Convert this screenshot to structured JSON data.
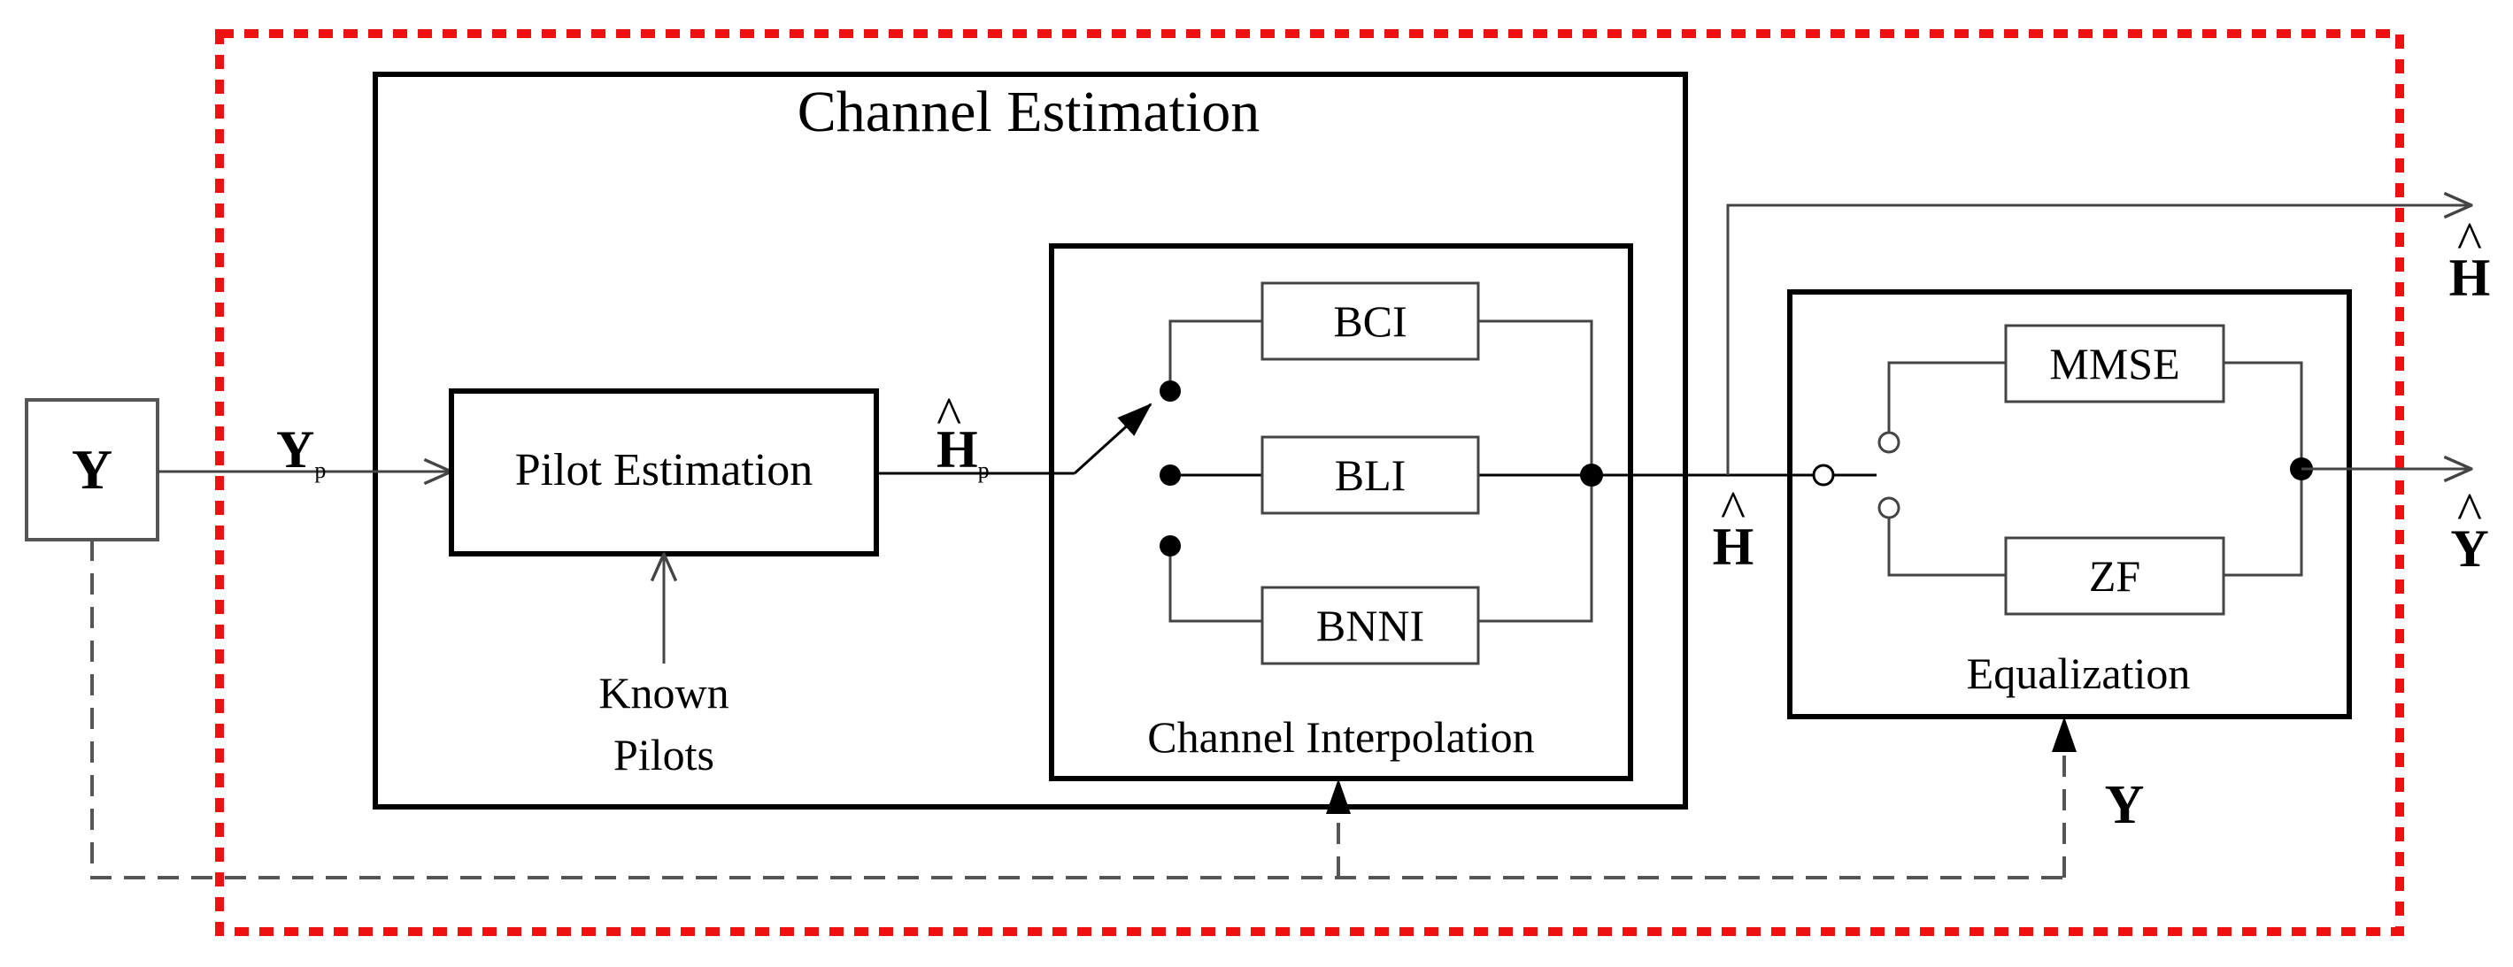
{
  "diagram": {
    "input_signal": "Y",
    "pilot_signal": {
      "base": "Y",
      "sub": "p"
    },
    "pilot_estimate": {
      "base": "H",
      "sub": "p"
    },
    "channel_estimate": "H",
    "output_channel": "H",
    "output_signal": "Y",
    "equalizer_input_signal": "Y",
    "channel_estimation_block": {
      "title": "Channel Estimation"
    },
    "pilot_estimation_block": {
      "label": "Pilot Estimation"
    },
    "known_pilots": {
      "line1": "Known",
      "line2": "Pilots"
    },
    "interpolation_block": {
      "title": "Channel Interpolation",
      "methods": [
        "BCI",
        "BLI",
        "BNNI"
      ]
    },
    "equalization_block": {
      "title": "Equalization",
      "methods": [
        "MMSE",
        "ZF"
      ]
    },
    "colors": {
      "line": "#000000",
      "connector": "#444444",
      "boundary": "#ee1111",
      "feedback": "#555555"
    }
  }
}
